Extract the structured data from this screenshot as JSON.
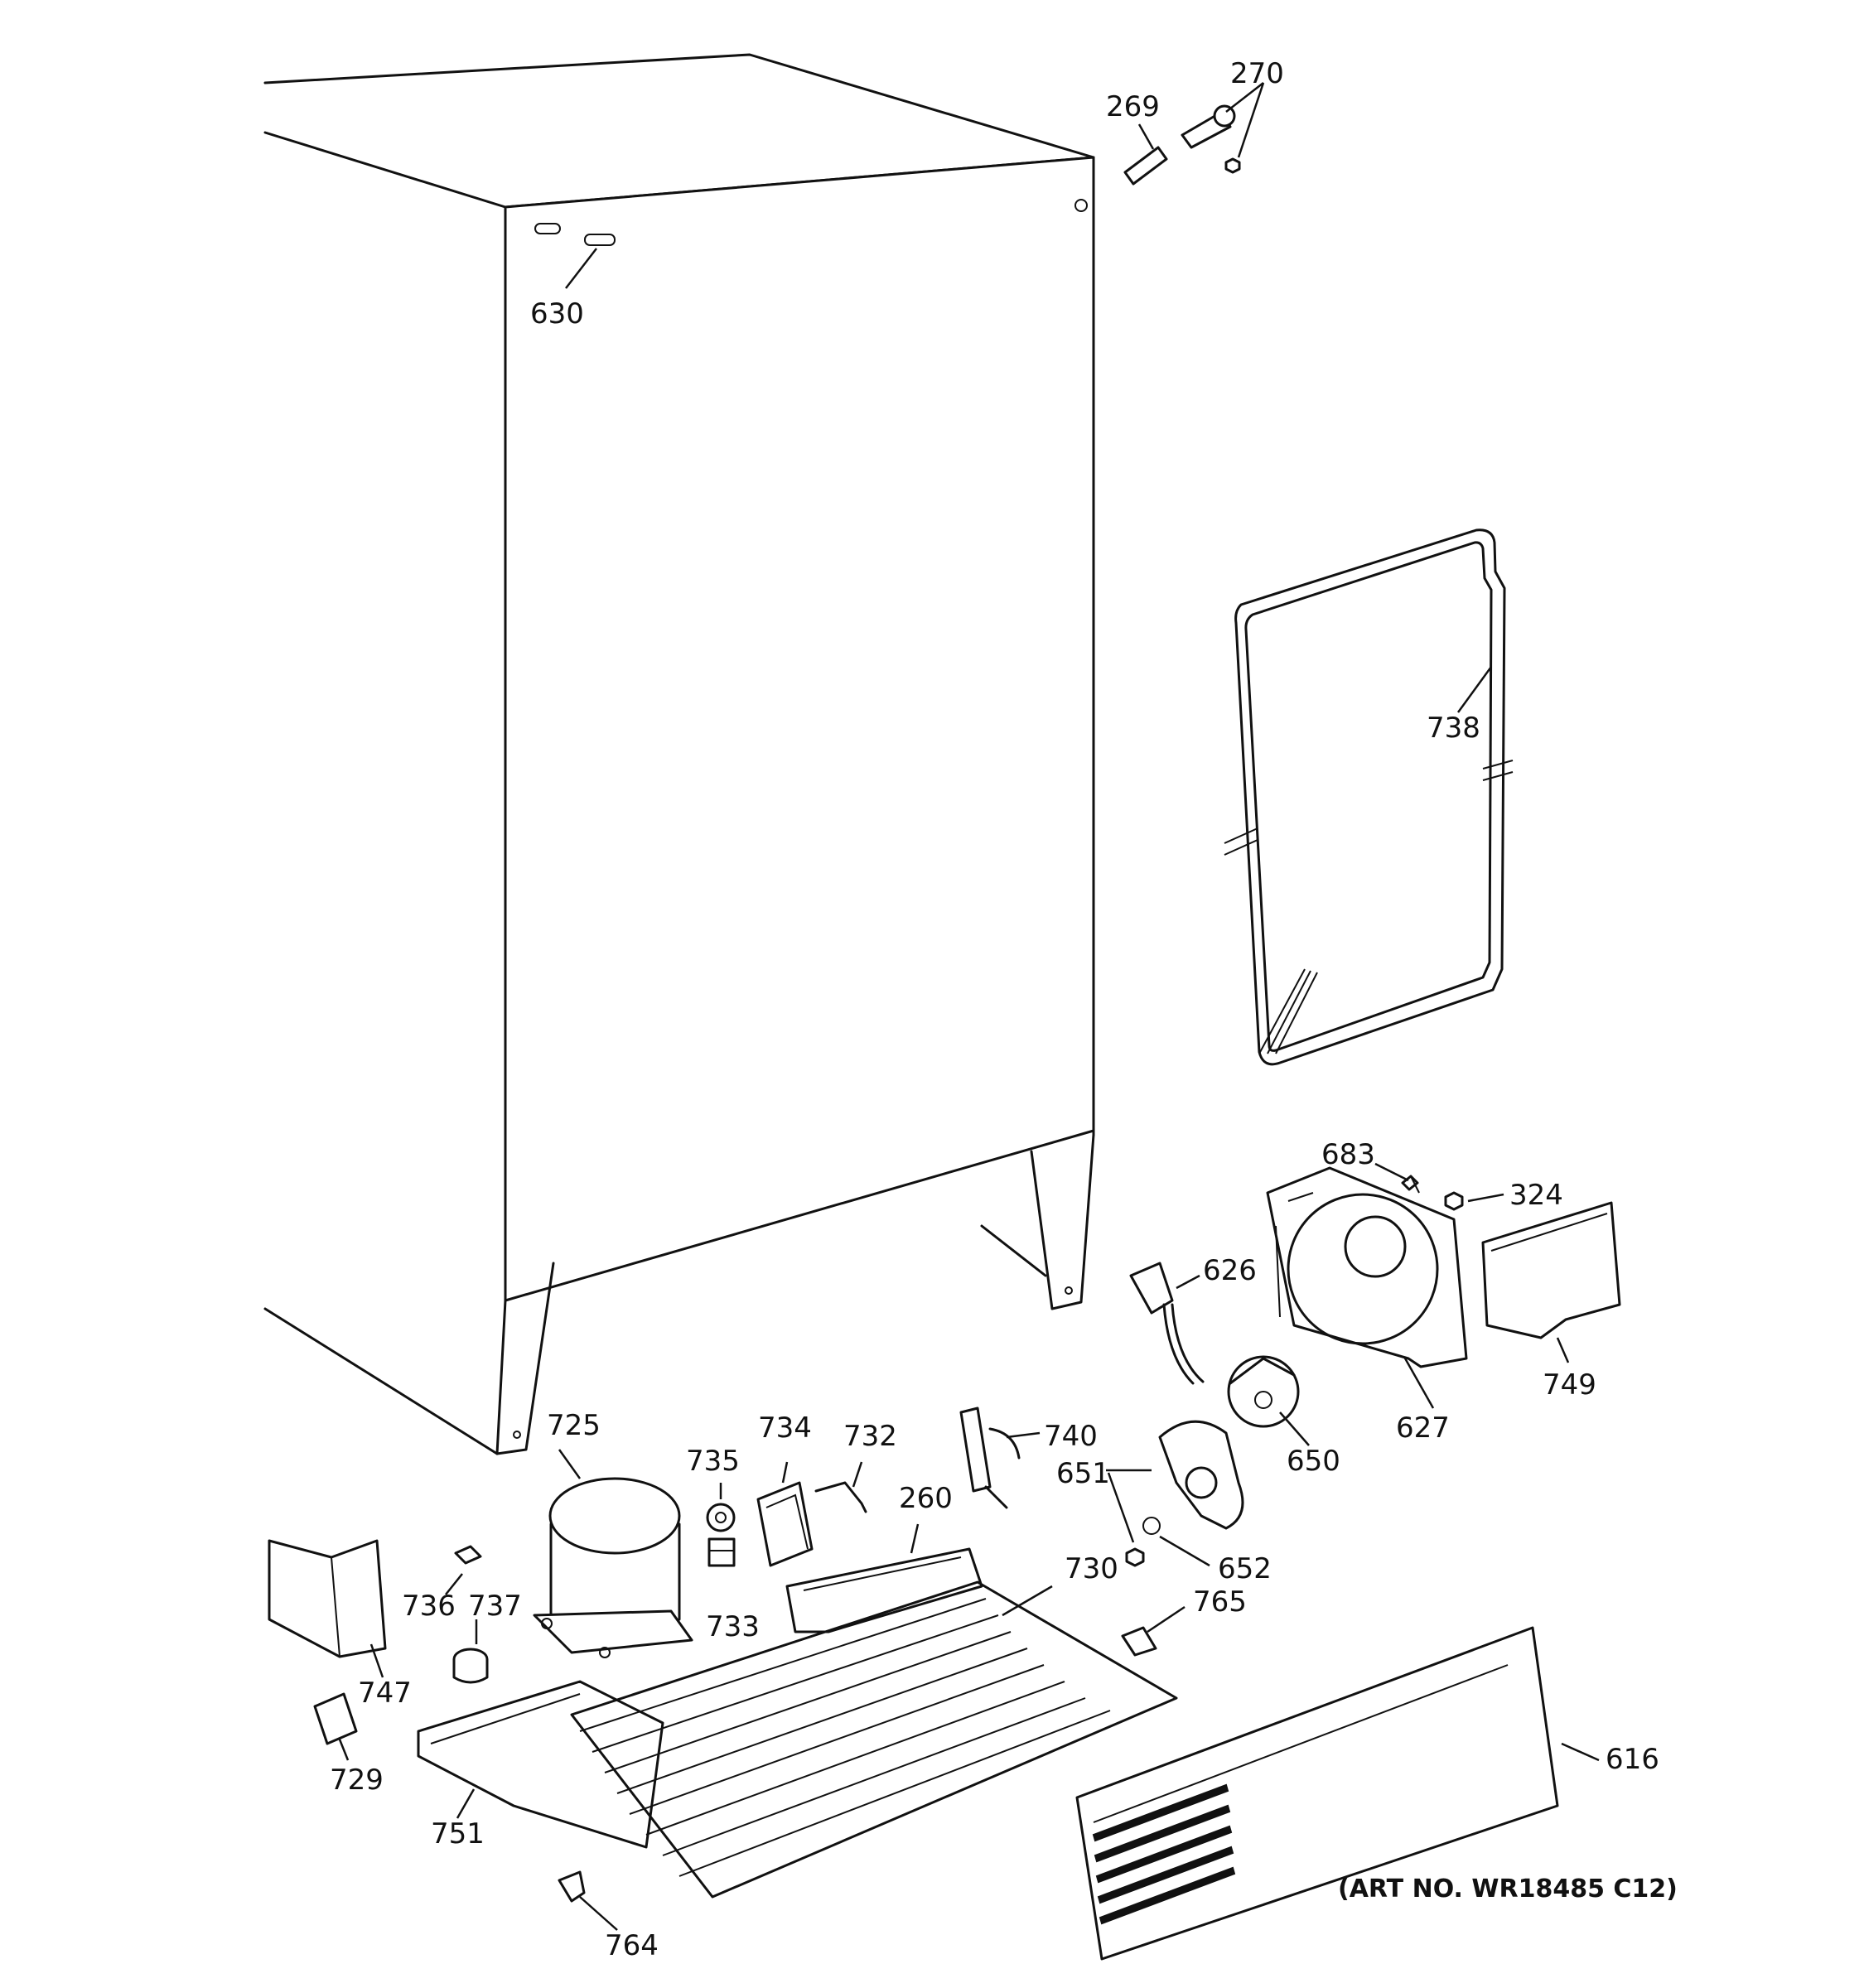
{
  "diagram": {
    "art_number": "(ART NO. WR18485 C12)",
    "callouts": [
      {
        "id": "269",
        "label": "269"
      },
      {
        "id": "270",
        "label": "270"
      },
      {
        "id": "630",
        "label": "630"
      },
      {
        "id": "738",
        "label": "738"
      },
      {
        "id": "683",
        "label": "683"
      },
      {
        "id": "324",
        "label": "324"
      },
      {
        "id": "626",
        "label": "626"
      },
      {
        "id": "627",
        "label": "627"
      },
      {
        "id": "749",
        "label": "749"
      },
      {
        "id": "650",
        "label": "650"
      },
      {
        "id": "725",
        "label": "725"
      },
      {
        "id": "735",
        "label": "735"
      },
      {
        "id": "734",
        "label": "734"
      },
      {
        "id": "732",
        "label": "732"
      },
      {
        "id": "740",
        "label": "740"
      },
      {
        "id": "651",
        "label": "651"
      },
      {
        "id": "260",
        "label": "260"
      },
      {
        "id": "652",
        "label": "652"
      },
      {
        "id": "736",
        "label": "736"
      },
      {
        "id": "737",
        "label": "737"
      },
      {
        "id": "733",
        "label": "733"
      },
      {
        "id": "730",
        "label": "730"
      },
      {
        "id": "765",
        "label": "765"
      },
      {
        "id": "747",
        "label": "747"
      },
      {
        "id": "729",
        "label": "729"
      },
      {
        "id": "751",
        "label": "751"
      },
      {
        "id": "616",
        "label": "616"
      },
      {
        "id": "764",
        "label": "764"
      }
    ]
  }
}
